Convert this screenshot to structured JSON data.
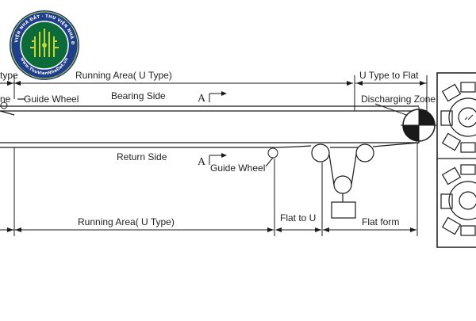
{
  "logo": {
    "top_ring_text": "THƯ VIỆN NHÀ ĐẤT · THƯ VIỆN NHÀ ĐẤT ·",
    "bottom_ring_text": "www.ThuVienNhaDat.vn",
    "ring_color": "#1f3f8a",
    "inner_color": "#0d6b3a",
    "accent_color": "#c8d632"
  },
  "labels": {
    "top_left_type": "type",
    "running_area_top": "Running Area( U Type)",
    "u_type_to_flat": "U Type to Flat",
    "guide_wheel_top": "Guide Wheel",
    "ne_fragment": "ne",
    "bearing_side": "Bearing Side",
    "section_a_top": "A",
    "discharging_zone": "Discharging Zone",
    "return_side": "Return Side",
    "section_a_bottom": "A",
    "guide_wheel_bottom": "Guide Wheel",
    "running_area_bottom": "Running Area( U Type)",
    "flat_to_u": "Flat to U",
    "flat_form": "Flat form"
  },
  "colors": {
    "line": "#1a1a1a",
    "text": "#222222"
  }
}
